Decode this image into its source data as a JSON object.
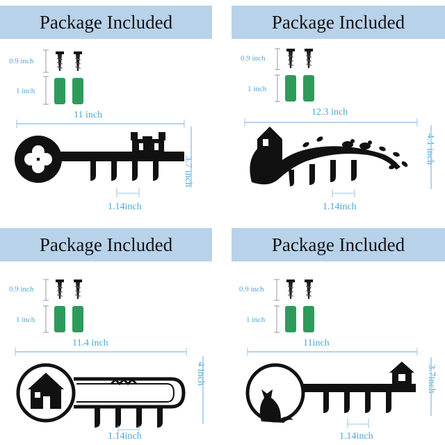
{
  "panels": [
    {
      "title": "Package Included",
      "screw_length": "0.9 inch",
      "anchor_length": "1 inch",
      "width": "11 inch",
      "height": "3.7 inch",
      "hook_spacing": "1.14inch",
      "design": "key-castle-icon"
    },
    {
      "title": "Package Included",
      "screw_length": "0.9 inch",
      "anchor_length": "1 inch",
      "width": "12.3 inch",
      "height": "4.1 inch",
      "hook_spacing": "1.14inch",
      "design": "house-birds-branch-icon"
    },
    {
      "title": "Package Included",
      "screw_length": "0.9 inch",
      "anchor_length": "1 inch",
      "width": "11.4 inch",
      "height": "4 inch",
      "hook_spacing": "1.14inch",
      "design": "key-house-icon"
    },
    {
      "title": "Package Included",
      "screw_length": "0.9 inch",
      "anchor_length": "1 inch",
      "width": "11inch",
      "height": "3.7inch",
      "hook_spacing": "1.14inch",
      "design": "key-cat-house-icon"
    }
  ],
  "colors": {
    "banner": "#b8d2ea",
    "dimension_text": "#4aa8d8",
    "anchor": "#2e9b5b",
    "metal": "#111111"
  }
}
